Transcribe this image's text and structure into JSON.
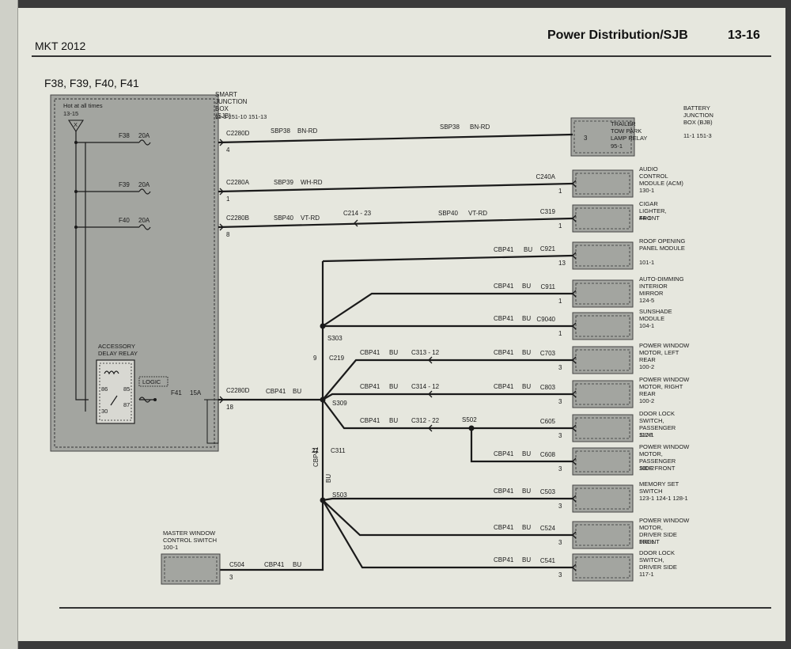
{
  "header": {
    "model": "MKT 2012",
    "section_title": "Power Distribution/SJB",
    "page_number": "13-16"
  },
  "diagram": {
    "fuse_group_label": "F38, F39, F40, F41",
    "sjb": {
      "name": "SMART JUNCTION BOX (SJB)",
      "refs": "11-3  151-10  151-13"
    },
    "hot_at_all_times": {
      "label": "Hot at all times",
      "ref": "13-15",
      "symbol": "X"
    },
    "accessory_relay": {
      "label": "ACCESSORY DELAY RELAY",
      "logic": "LOGIC",
      "pins": [
        "86",
        "85",
        "30",
        "87"
      ]
    },
    "fuses": [
      {
        "name": "F38",
        "rating": "20A",
        "connector": "C2280D",
        "pin": "4",
        "circuit": "SBP38",
        "color": "BN-RD"
      },
      {
        "name": "F39",
        "rating": "20A",
        "connector": "C2280A",
        "pin": "1",
        "circuit": "SBP39",
        "color": "WH-RD"
      },
      {
        "name": "F40",
        "rating": "20A",
        "connector": "C2280B",
        "pin": "8",
        "circuit": "SBP40",
        "color": "VT-RD",
        "inline": "C214 - 23"
      },
      {
        "name": "F41",
        "rating": "15A",
        "connector": "C2280D",
        "pin": "18",
        "circuit": "CBP41",
        "color": "BU"
      }
    ],
    "splices": {
      "s303": "S303",
      "s309": "S309",
      "s502": "S502",
      "s503": "S503",
      "c219": "C219",
      "c219_pin": "9",
      "c311": "C311",
      "c311_pin": "21"
    },
    "trunk_label": {
      "circuit": "CBP41",
      "color": "BU"
    },
    "master_switch": {
      "name": "MASTER WINDOW CONTROL SWITCH",
      "ref": "100-1",
      "connector": "C504",
      "pin": "3",
      "circuit": "CBP41",
      "color": "BU"
    },
    "loads": [
      {
        "name": "BATTERY JUNCTION BOX (BJB)",
        "refs": "11-1  151-3",
        "inner": "TRAILER TOW PARK LAMP RELAY",
        "inner_ref": "95-1",
        "pin": "3",
        "circuit": "SBP38",
        "color": "BN-RD",
        "connector": ""
      },
      {
        "name": "AUDIO CONTROL MODULE (ACM)",
        "refs": "130-1",
        "connector": "C240A",
        "pin": "1",
        "circuit": "",
        "color": ""
      },
      {
        "name": "CIGAR LIGHTER, FRONT",
        "refs": "44-1",
        "connector": "C319",
        "pin": "1",
        "circuit": "SBP40",
        "color": "VT-RD"
      },
      {
        "name": "ROOF OPENING PANEL MODULE",
        "refs": "101-1",
        "connector": "C921",
        "pin": "13",
        "circuit": "CBP41",
        "color": "BU"
      },
      {
        "name": "AUTO-DIMMING INTERIOR MIRROR",
        "refs": "124-5",
        "connector": "C911",
        "pin": "1",
        "circuit": "CBP41",
        "color": "BU"
      },
      {
        "name": "SUNSHADE MODULE",
        "refs": "104-1",
        "connector": "C9040",
        "pin": "1",
        "circuit": "CBP41",
        "color": "BU"
      },
      {
        "name": "POWER WINDOW MOTOR, LEFT REAR",
        "refs": "100-2",
        "connector": "C703",
        "pin": "3",
        "circuit": "CBP41",
        "color": "BU",
        "inline": "C313 - 12",
        "left_circuit": "CBP41",
        "left_color": "BU"
      },
      {
        "name": "POWER WINDOW MOTOR, RIGHT REAR",
        "refs": "100-2",
        "connector": "C803",
        "pin": "3",
        "circuit": "CBP41",
        "color": "BU",
        "inline": "C314 - 12",
        "left_circuit": "CBP41",
        "left_color": "BU"
      },
      {
        "name": "DOOR LOCK SWITCH, PASSENGER SIDE",
        "refs": "117-1",
        "connector": "C605",
        "pin": "3",
        "circuit": "",
        "color": "",
        "inline": "C312 - 22",
        "left_circuit": "CBP41",
        "left_color": "BU"
      },
      {
        "name": "POWER WINDOW MOTOR, PASSENGER SIDE FRONT",
        "refs": "100-2",
        "connector": "C608",
        "pin": "3",
        "circuit": "CBP41",
        "color": "BU"
      },
      {
        "name": "MEMORY SET SWITCH",
        "refs": "123-1  124-1  128-1",
        "connector": "C503",
        "pin": "3",
        "circuit": "CBP41",
        "color": "BU"
      },
      {
        "name": "POWER WINDOW MOTOR, DRIVER SIDE FRONT",
        "refs": "100-1",
        "connector": "C524",
        "pin": "3",
        "circuit": "CBP41",
        "color": "BU"
      },
      {
        "name": "DOOR LOCK SWITCH, DRIVER SIDE",
        "refs": "117-1",
        "connector": "C541",
        "pin": "3",
        "circuit": "CBP41",
        "color": "BU"
      }
    ]
  },
  "colors": {
    "paper": "#e6e7de",
    "box_fill": "#a3a5a0",
    "wire": "#1a1a1a",
    "ink": "#111111"
  }
}
